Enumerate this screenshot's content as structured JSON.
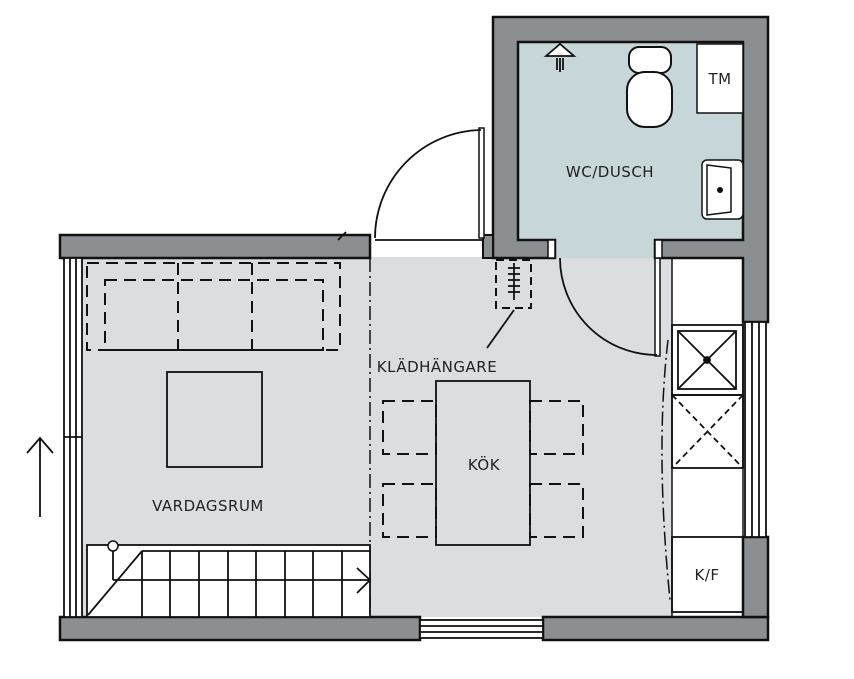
{
  "rooms": {
    "bathroom": "WC/DUSCH",
    "living": "VARDAGSRUM",
    "kitchen": "KÖK",
    "hanger": "KLÄDHÄNGARE",
    "washer": "TM",
    "fridge": "K/F"
  },
  "colors": {
    "wall": "#8c8f92",
    "floor": "#dcdde0",
    "bathroom_floor": "#c6d6d9"
  }
}
